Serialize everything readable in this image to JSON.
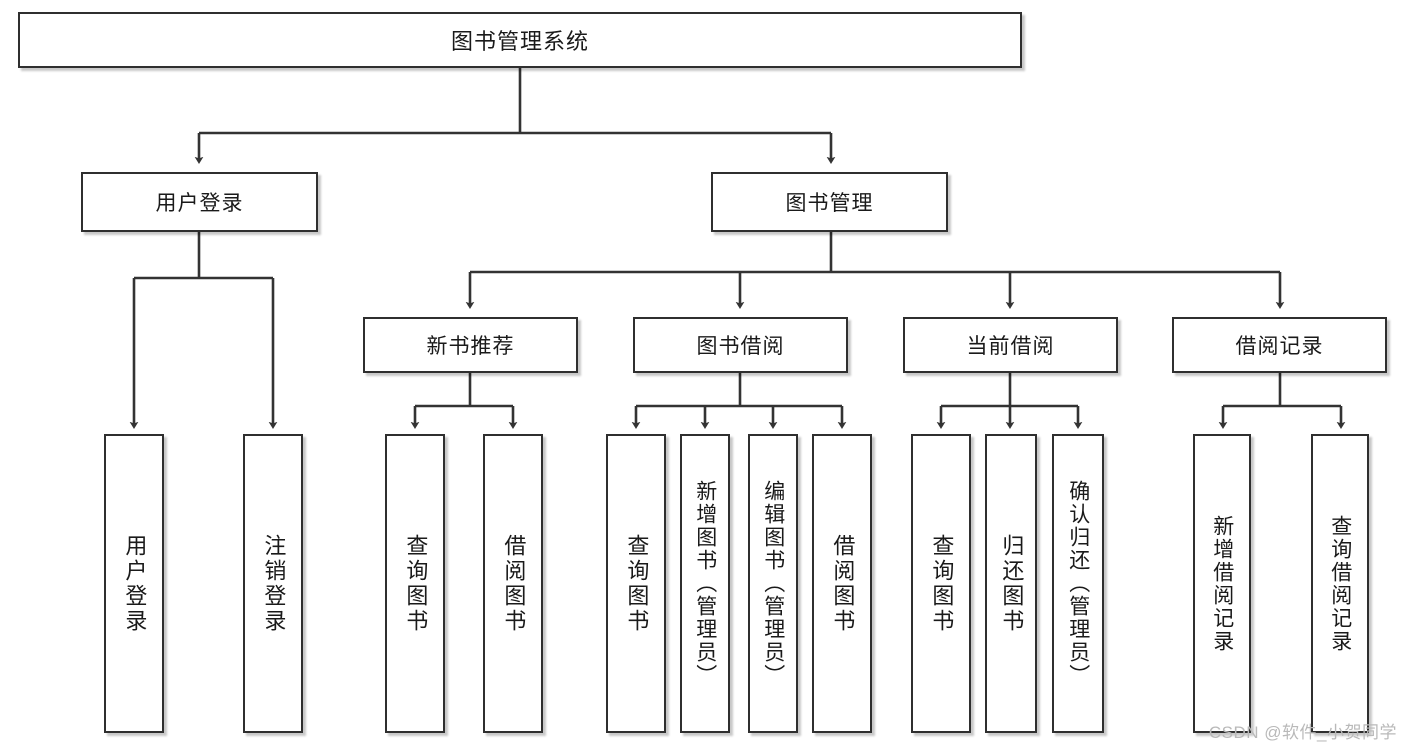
{
  "diagram": {
    "title": "图书管理系统",
    "type": "tree-hierarchy-chart",
    "root": {
      "label": "图书管理系统"
    },
    "level2": [
      {
        "label": "用户登录"
      },
      {
        "label": "图书管理"
      }
    ],
    "level3": [
      {
        "label": "新书推荐"
      },
      {
        "label": "图书借阅"
      },
      {
        "label": "当前借阅"
      },
      {
        "label": "借阅记录"
      }
    ],
    "leaves": {
      "user_login": [
        {
          "label": "用户登录"
        },
        {
          "label": "注销登录"
        }
      ],
      "new_book_recommend": [
        {
          "label": "查询图书"
        },
        {
          "label": "借阅图书"
        }
      ],
      "book_borrow": [
        {
          "label": "查询图书"
        },
        {
          "label": "新增图书（管理员）"
        },
        {
          "label": "编辑图书（管理员）"
        },
        {
          "label": "借阅图书"
        }
      ],
      "current_borrow": [
        {
          "label": "查询图书"
        },
        {
          "label": "归还图书"
        },
        {
          "label": "确认归还（管理员）"
        }
      ],
      "borrow_record": [
        {
          "label": "新增借阅记录"
        },
        {
          "label": "查询借阅记录"
        }
      ]
    }
  },
  "watermark": {
    "text": "CSDN @软件_小贺同学"
  },
  "colors": {
    "box_border": "#2f2f2f",
    "box_fill": "#ffffff",
    "connector": "#333333",
    "text": "#1a1a1a",
    "watermark": "#b9b9b9"
  }
}
